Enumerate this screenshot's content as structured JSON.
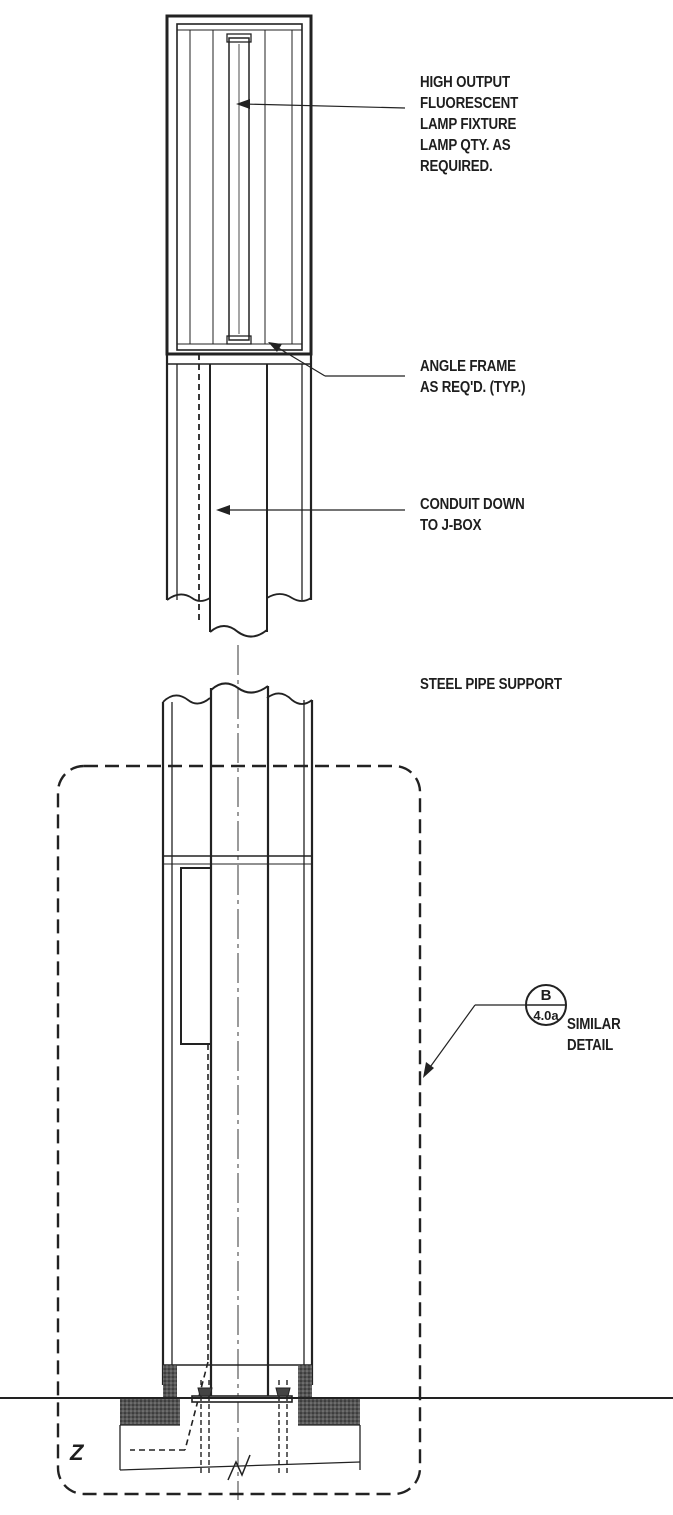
{
  "notes": {
    "fixture": [
      "HIGH OUTPUT",
      "FLUORESCENT",
      "LAMP FIXTURE",
      "LAMP QTY. AS",
      "REQUIRED."
    ],
    "angle_frame": [
      "ANGLE FRAME",
      "AS REQ'D. (TYP.)"
    ],
    "conduit": [
      "CONDUIT DOWN",
      "TO J-BOX"
    ],
    "support": "STEEL PIPE SUPPORT",
    "similar": [
      "SIMILAR",
      "DETAIL"
    ]
  },
  "detail_tag": {
    "letter": "B",
    "sheet": "4.0a"
  },
  "break_mark": "Z"
}
